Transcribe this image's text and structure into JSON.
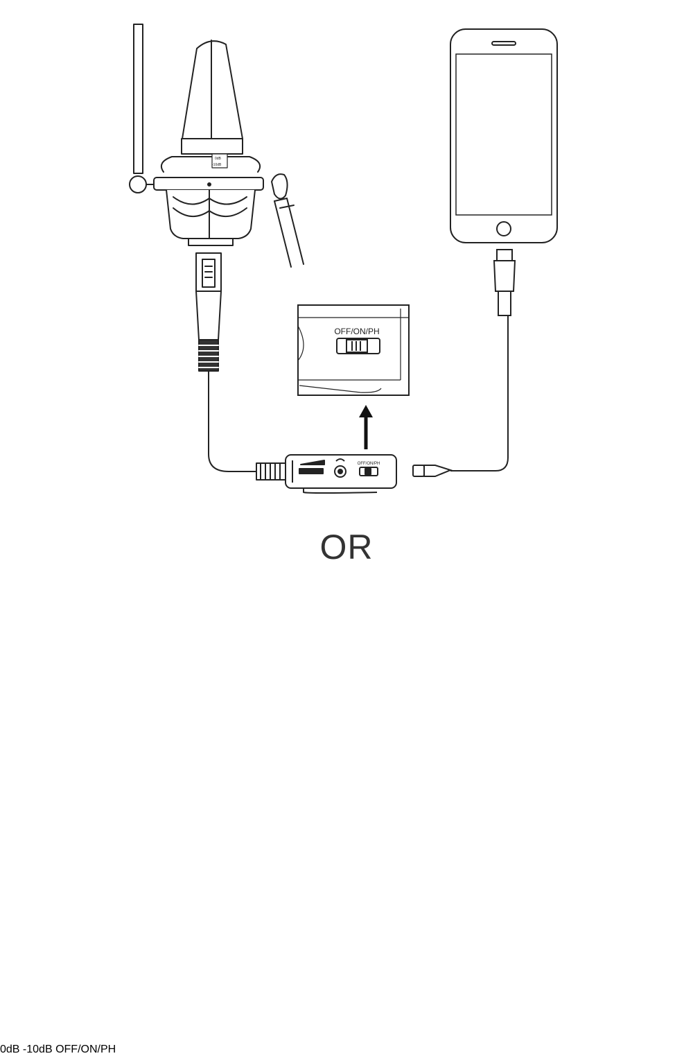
{
  "switch_label": "OFF/ON/PH",
  "separator_text": "OR",
  "mic_badge_top": "0dB",
  "mic_badge_bottom": "-10dB",
  "colors": {
    "line": "#222222",
    "background": "#ffffff",
    "label": "#333333"
  }
}
